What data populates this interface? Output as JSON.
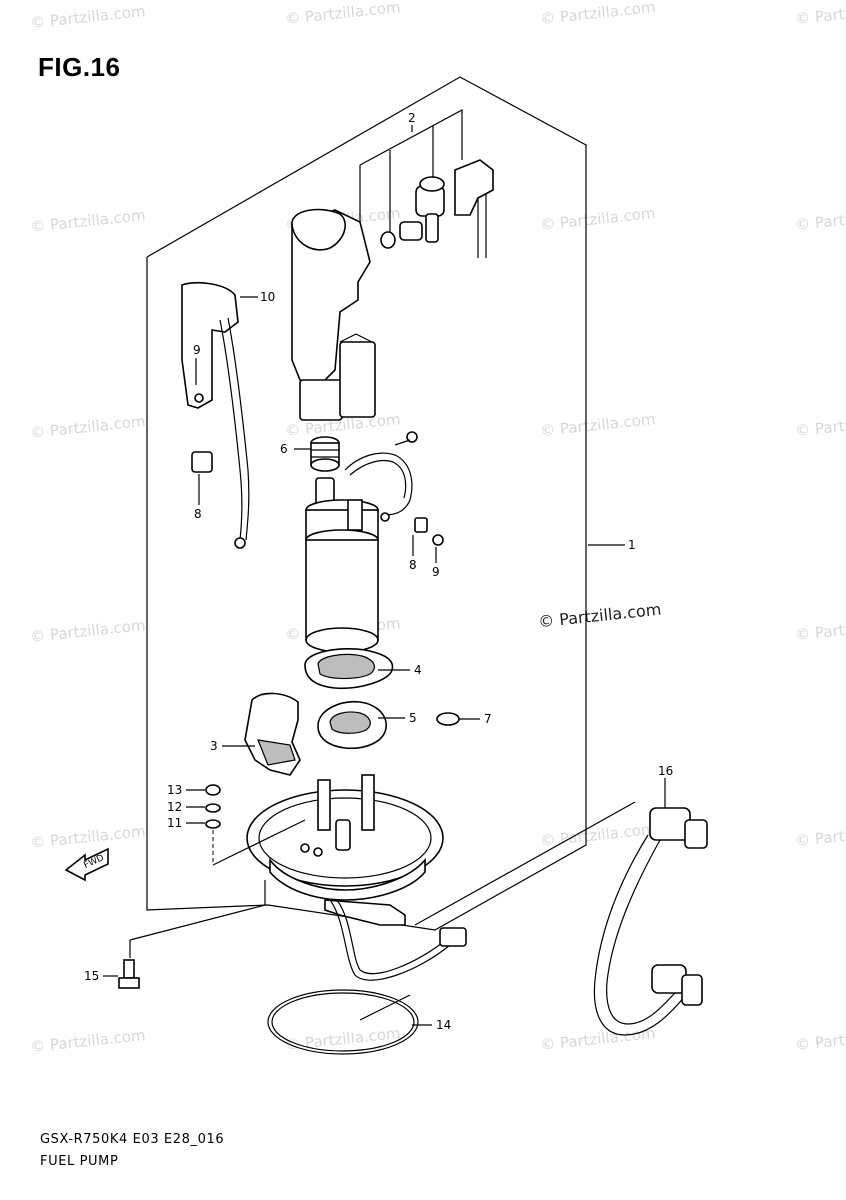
{
  "figure": {
    "title": "FIG.16"
  },
  "footer": {
    "model_code": "GSX-R750K4 E03 E28_016",
    "section": "FUEL PUMP"
  },
  "watermark": {
    "text": "© Partzilla.com",
    "main_text": "© Partzilla.com"
  },
  "fwd_label": "FWD",
  "callouts": [
    "1",
    "2",
    "3",
    "4",
    "5",
    "6",
    "7",
    "8",
    "8",
    "9",
    "9",
    "10",
    "11",
    "12",
    "13",
    "14",
    "15",
    "16"
  ]
}
